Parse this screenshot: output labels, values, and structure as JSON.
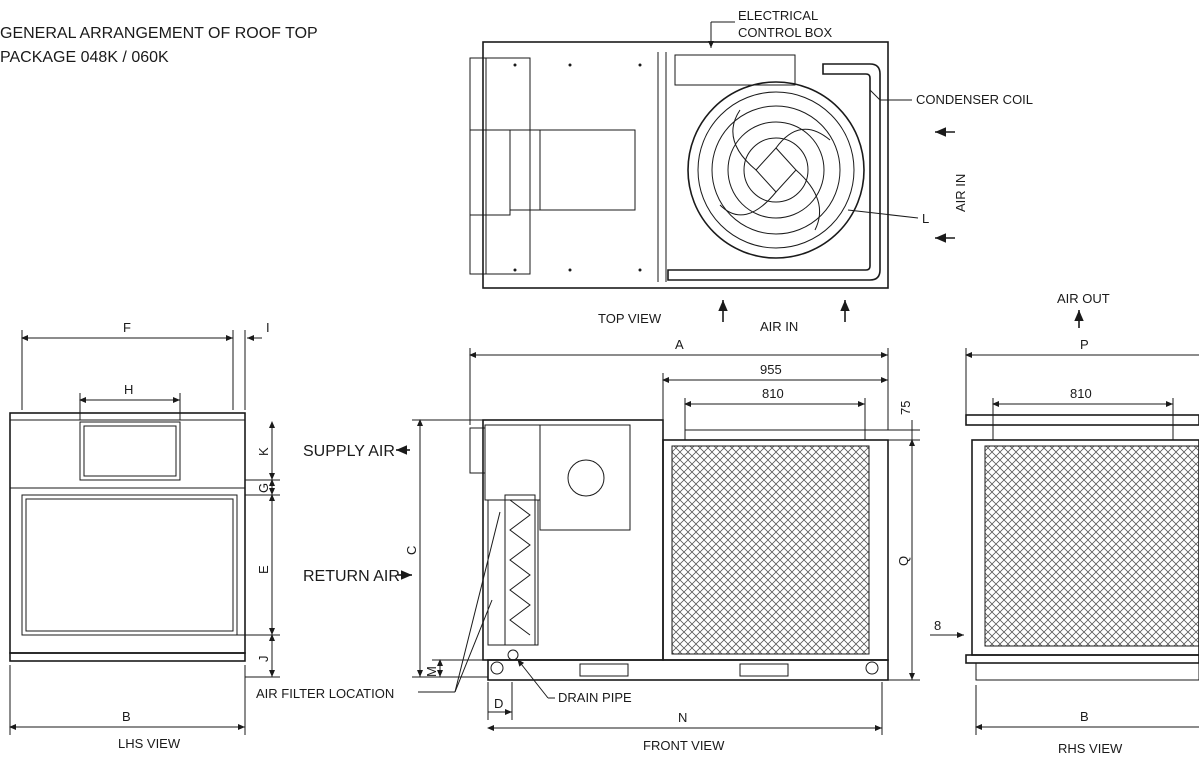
{
  "title": {
    "line1": "GENERAL ARRANGEMENT OF ROOF TOP",
    "line2": "PACKAGE 048K / 060K"
  },
  "views": {
    "top": "TOP VIEW",
    "lhs": "LHS VIEW",
    "front": "FRONT VIEW",
    "rhs": "RHS VIEW"
  },
  "callouts": {
    "electrical_box_1": "ELECTRICAL",
    "electrical_box_2": "CONTROL BOX",
    "condenser_coil": "CONDENSER COIL",
    "air_in_side": "AIR IN",
    "air_in_bottom": "AIR IN",
    "air_out": "AIR OUT",
    "supply_air": "SUPPLY AIR",
    "return_air": "RETURN AIR",
    "air_filter": "AIR FILTER LOCATION",
    "drain_pipe": "DRAIN PIPE",
    "fan_label": "L"
  },
  "dimensions": {
    "A": "A",
    "B": "B",
    "C": "C",
    "D": "D",
    "E": "E",
    "F": "F",
    "G": "G",
    "H": "H",
    "I": "I",
    "J": "J",
    "K": "K",
    "M": "M",
    "N": "N",
    "P": "P",
    "Q": "Q",
    "d955": "955",
    "d810": "810",
    "d810_rhs": "810",
    "d75": "75",
    "d8": "8"
  }
}
